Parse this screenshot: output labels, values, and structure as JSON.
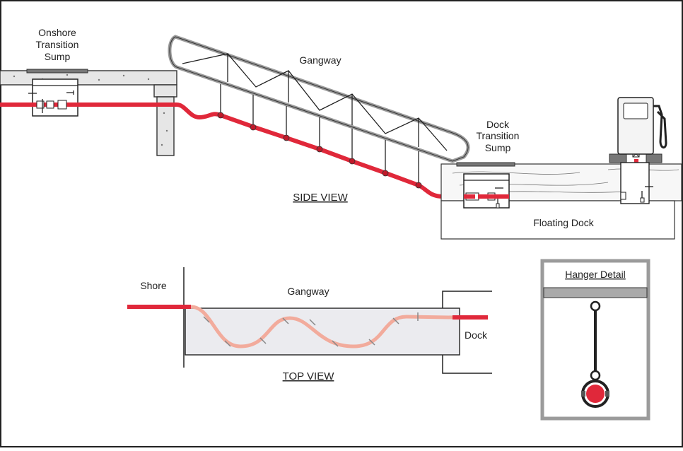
{
  "side_view": {
    "onshore_sump_label": [
      "Onshore",
      "Transition",
      "Sump"
    ],
    "gangway_label": "Gangway",
    "dock_sump_label": [
      "Dock",
      "Transition",
      "Sump"
    ],
    "view_label": "SIDE VIEW",
    "floating_dock_label": "Floating Dock"
  },
  "top_view": {
    "shore_label": "Shore",
    "gangway_label": "Gangway",
    "dock_label": "Dock",
    "view_label": "TOP VIEW"
  },
  "hanger_detail": {
    "title": "Hanger Detail"
  },
  "colors": {
    "pipe": "#e0283a",
    "pipe_top_view": "#f2ab9c",
    "gangway_frame": "#9b9b9b",
    "box_fill": "#ebebef"
  }
}
